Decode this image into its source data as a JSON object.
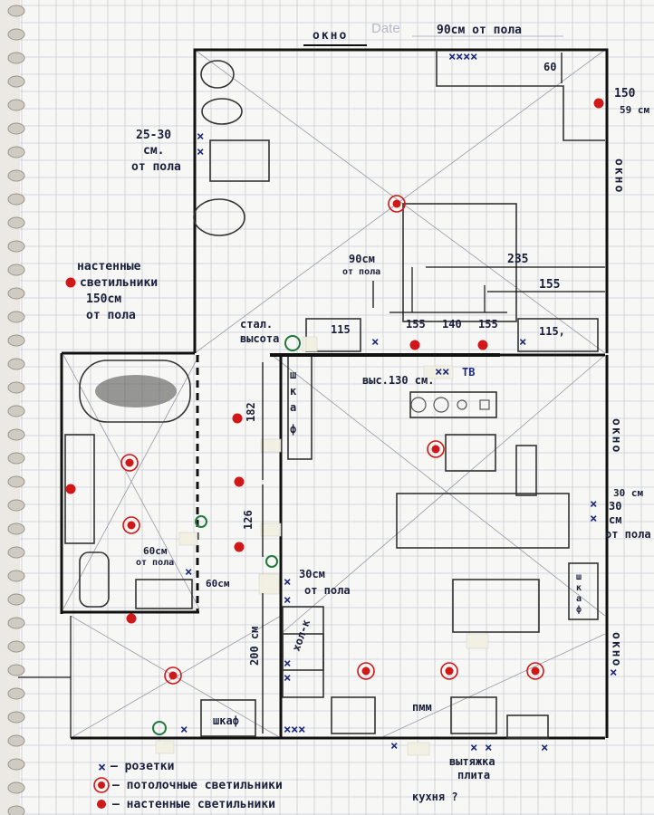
{
  "header": {
    "window_label": "окно",
    "date_label": "Date",
    "date_note": "90см от пола"
  },
  "annotations": {
    "socket_height": [
      "25-30",
      "см.",
      "от пола"
    ],
    "wall_lights": [
      "настенные",
      "светильники",
      "150см",
      "от пола"
    ],
    "tv_level": [
      "90см",
      "от пола"
    ],
    "dim_235": "235",
    "dim_155a": "155",
    "dim_155b": "155",
    "dim_115a": "115",
    "dim_115b": "115,",
    "dim_140": "140",
    "dim_150": "150",
    "dim_59": "59 см",
    "dim_60_top": "60",
    "stand_label": [
      "стал.",
      "высота"
    ],
    "tv_label": "ТВ",
    "tv_height": "выс.130 см.",
    "window_right_1": "окно",
    "window_right_2": "окно",
    "window_right_3": "окно",
    "wardrobe_1": [
      "ш",
      "к",
      "а",
      "ф"
    ],
    "wardrobe_2": [
      "ш",
      "к",
      "а",
      "ф"
    ],
    "side_30": [
      "30 см",
      "30",
      "см",
      "от пола"
    ],
    "dim_182": "182",
    "dim_126": "126",
    "dim_200": "200 см",
    "bath_60": [
      "60см",
      "от пола"
    ],
    "bath_60b": "60см",
    "mid_30": [
      "30см",
      "от пола"
    ],
    "fridge": "хол-к",
    "wardrobe_3": "шкаф",
    "dishwasher": "пмм",
    "hood": [
      "вытяжка",
      "плита"
    ],
    "kitchen_q": "кухня ?"
  },
  "legend": [
    {
      "symbol": "socket-icon",
      "text": "– розетки"
    },
    {
      "symbol": "ceiling-light-icon",
      "text": "– потолочные светильники"
    },
    {
      "symbol": "wall-light-icon",
      "text": "– настенные светильники"
    }
  ],
  "colors": {
    "ink": "#1a1f3a",
    "socket": "#1d2a7a",
    "light": "#d01818",
    "paper": "#f7f7f5",
    "green": "#1f7a3a"
  }
}
